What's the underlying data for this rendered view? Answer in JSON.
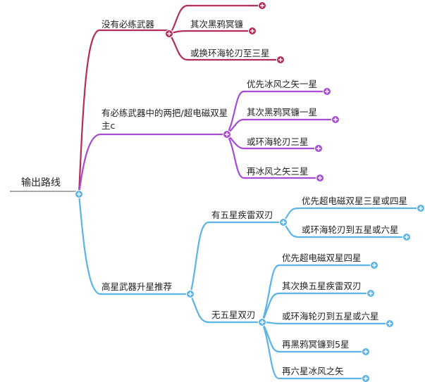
{
  "root": {
    "label": "输出路线"
  },
  "colors": {
    "branch1": "#b22d5b",
    "branch2": "#a64bd8",
    "branch3": "#5bb3e6",
    "root_line": "#aaaaaa",
    "text": "#222222"
  },
  "icons": {
    "expand": "plus-circle-icon"
  },
  "branches": [
    {
      "label": "没有必练武器",
      "children": [
        {
          "label": "其次黑鸦冥镰"
        },
        {
          "label": "或换环海轮刃至三星"
        }
      ]
    },
    {
      "label": "有必练武器中的两把/超电磁双星主c",
      "children": [
        {
          "label": "优先冰风之矢一星"
        },
        {
          "label": "其次黑鸦冥镰一星"
        },
        {
          "label": "或环海轮刃三星"
        },
        {
          "label": "再冰风之矢三星"
        }
      ]
    },
    {
      "label": "高星武器升星推荐",
      "children": [
        {
          "label": "有五星疾雷双刃",
          "children": [
            {
              "label": "优先超电磁双星三星或四星"
            },
            {
              "label": "或环海轮刃到五星或六星"
            }
          ]
        },
        {
          "label": "无五星双刃",
          "children": [
            {
              "label": "优先超电磁双星四星"
            },
            {
              "label": "其次换五星疾雷双刃"
            },
            {
              "label": "或环海轮刃到五星或六星"
            },
            {
              "label": "再黑鸦冥镰到5星"
            },
            {
              "label": "再六星冰风之矢"
            }
          ]
        }
      ]
    }
  ]
}
